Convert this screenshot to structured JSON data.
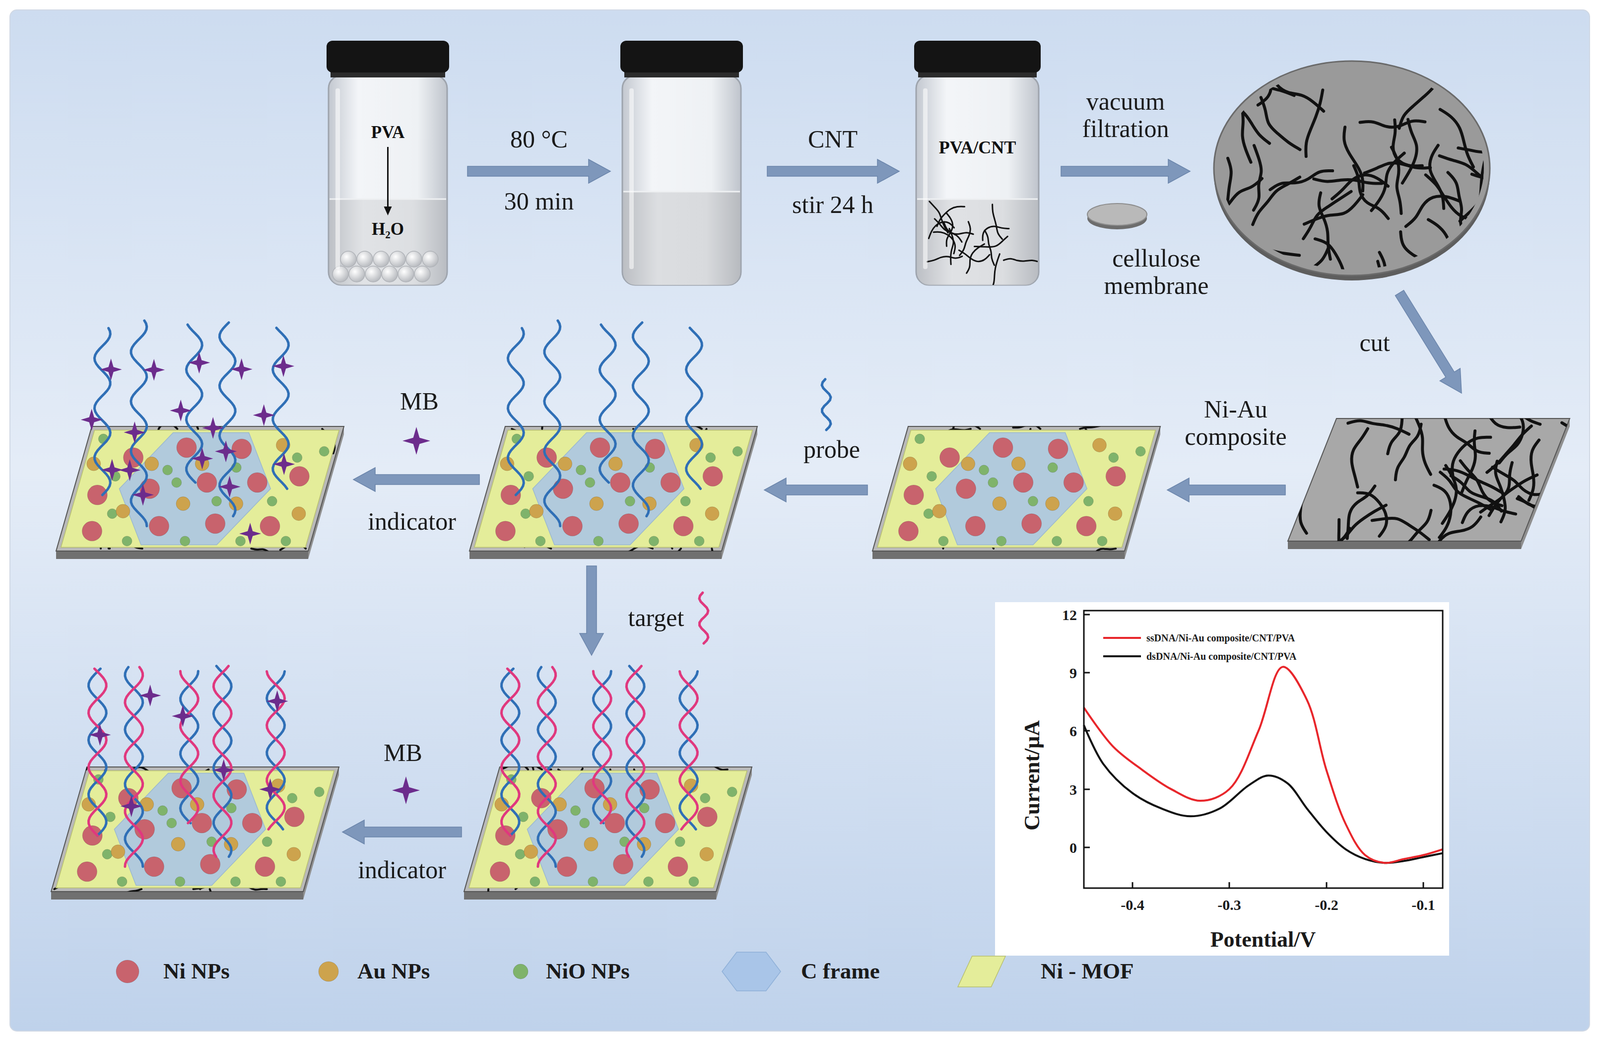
{
  "diagram": {
    "nodes": [
      {
        "text": [
          "PVA",
          "H₂O"
        ]
      },
      {
        "text": [
          "PVA/CNT"
        ]
      }
    ],
    "labels": [
      "80 °C",
      "30 min",
      "CNT",
      "stir 24 h",
      "vacuum filtration",
      "cellulose membrane",
      "cut",
      "MB",
      "indicator",
      "probe",
      "Ni-Au composite",
      "target",
      "MB",
      "indicator",
      "12",
      "9",
      "6",
      "3",
      "0",
      "Current/μA",
      "-0.4",
      "-0.3",
      "-0.2",
      "-0.1",
      "Potential/V"
    ],
    "legend": [
      {
        "text": "Ni NPs",
        "color": "#c8636d"
      },
      {
        "text": "Au NPs",
        "color": "#cda34d"
      },
      {
        "text": "NiO NPs",
        "color": "#7fb36b"
      },
      {
        "text": "C frame",
        "color": "#a9c5e8"
      },
      {
        "text": "Ni - MOF",
        "color": "#e4ed9a"
      },
      {
        "text": "ssDNA/Ni-Au composite/CNT/PVA"
      },
      {
        "text": "dsDNA/Ni-Au composite/CNT/PVA"
      }
    ]
  }
}
